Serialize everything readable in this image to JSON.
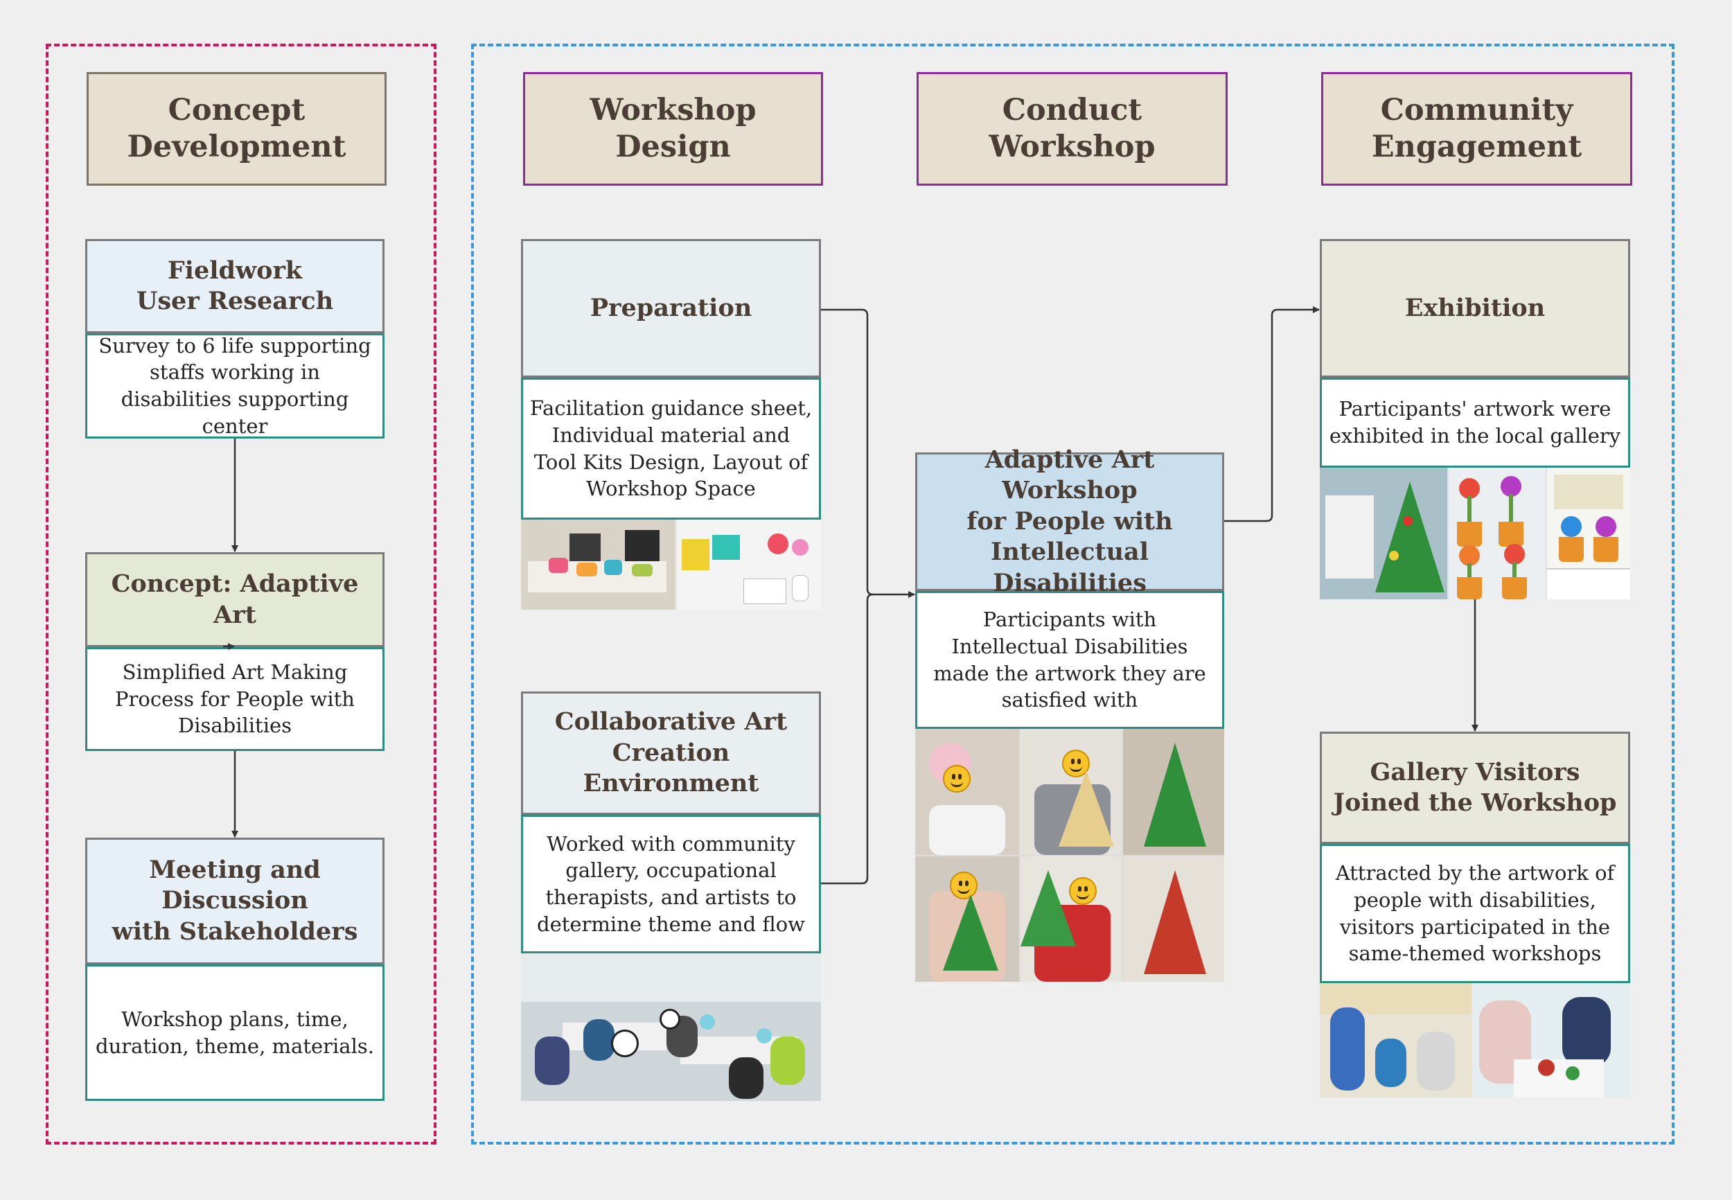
{
  "columns": {
    "concept": "Concept\nDevelopment",
    "workshop_design": "Workshop\nDesign",
    "conduct": "Conduct\nWorkshop",
    "community": "Community\nEngagement"
  },
  "concept": {
    "fieldwork": {
      "title": "Fieldwork\nUser Research",
      "desc": "Survey to 6 life supporting staffs working in disabilities supporting center"
    },
    "adaptive": {
      "title": "Concept: Adaptive Art",
      "desc": "Simplified Art Making Process for People with Disabilities"
    },
    "meeting": {
      "title": "Meeting and Discussion\nwith Stakeholders",
      "desc": "Workshop plans, time, duration, theme, materials."
    }
  },
  "design": {
    "preparation": {
      "title": "Preparation",
      "desc": "Facilitation guidance sheet, Individual material and Tool Kits Design, Layout of Workshop Space"
    },
    "collaborative": {
      "title": "Collaborative Art\nCreation Environment",
      "desc": "Worked with community gallery, occupational therapists, and artists to determine theme and flow"
    }
  },
  "conduct": {
    "workshop": {
      "title": "Adaptive Art Workshop\nfor People with\nIntellectual Disabilities",
      "desc": "Participants with Intellectual Disabilities made the artwork they are satisfied with"
    }
  },
  "community": {
    "exhibition": {
      "title": "Exhibition",
      "desc": "Participants' artwork were exhibited in the local gallery"
    },
    "visitors": {
      "title": "Gallery Visitors\nJoined the Workshop",
      "desc": "Attracted by the artwork of people with disabilities, visitors participated in the same-themed workshops"
    }
  },
  "colors": {
    "concept_region_border": "#c8185e",
    "workshop_region_border": "#3b98d8",
    "header_bg": "#e7dfcf",
    "desc_border": "#2e8b84",
    "connector": "#333333"
  }
}
